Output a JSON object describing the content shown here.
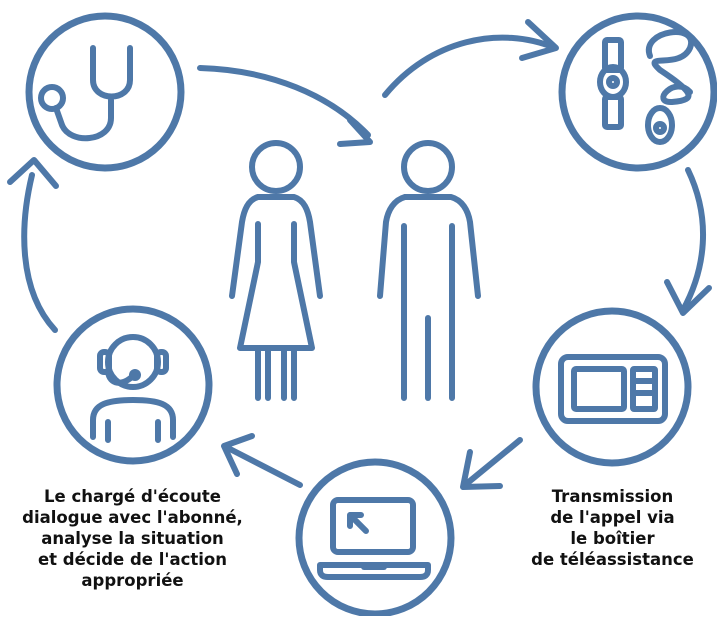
{
  "colors": {
    "stroke": "#4e78a8",
    "text": "#111111",
    "background": "#ffffff"
  },
  "icons": [
    "stethoscope-icon",
    "pendant-alarm-icon",
    "teleassistance-box-icon",
    "laptop-icon",
    "call-operator-icon",
    "woman-figure-icon",
    "man-figure-icon"
  ],
  "captions": {
    "operator": [
      "Le chargé d'écoute",
      "dialogue avec l'abonné,",
      "analyse la situation",
      "et décide de l'action",
      "appropriée"
    ],
    "transmission": [
      "Transmission",
      "de l'appel via",
      "le boîtier",
      "de téléassistance"
    ]
  }
}
